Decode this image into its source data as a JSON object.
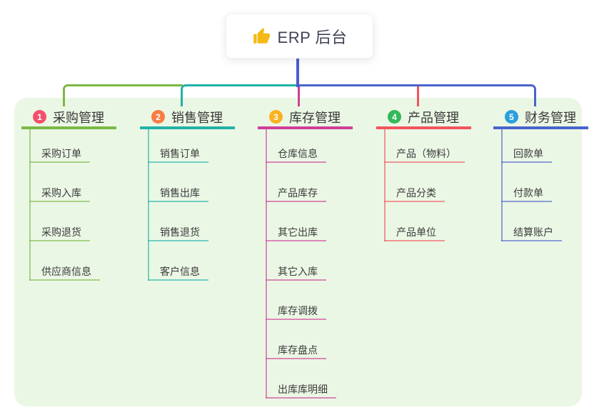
{
  "root": {
    "title": "ERP 后台",
    "icon": "thumbs-up-icon"
  },
  "colors": {
    "canvas_bg": "#ffffff",
    "panel_bg": "#ebf7e5",
    "root_line": "#4c5cd4",
    "title_text": "#3d4356",
    "node_text": "#3b3b3b",
    "thumb_icon": "#f5b915"
  },
  "branches": [
    {
      "index": "1",
      "title": "采购管理",
      "color": "#7bb844",
      "badge_color": "#f4506c",
      "children": [
        "采购订单",
        "采购入库",
        "采购退货",
        "供应商信息"
      ]
    },
    {
      "index": "2",
      "title": "销售管理",
      "color": "#23b2a7",
      "badge_color": "#f97c44",
      "children": [
        "销售订单",
        "销售出库",
        "销售退货",
        "客户信息"
      ]
    },
    {
      "index": "3",
      "title": "库存管理",
      "color": "#d03e98",
      "badge_color": "#f9b220",
      "children": [
        "仓库信息",
        "产品库存",
        "其它出库",
        "其它入库",
        "库存调拨",
        "库存盘点",
        "出库库明细"
      ]
    },
    {
      "index": "4",
      "title": "产品管理",
      "color": "#f2545e",
      "badge_color": "#33b959",
      "children": [
        "产品（物料）",
        "产品分类",
        "产品单位"
      ]
    },
    {
      "index": "5",
      "title": "财务管理",
      "color": "#4a63cb",
      "badge_color": "#2ba0dc",
      "children": [
        "回款单",
        "付款单",
        "结算账户"
      ]
    }
  ]
}
